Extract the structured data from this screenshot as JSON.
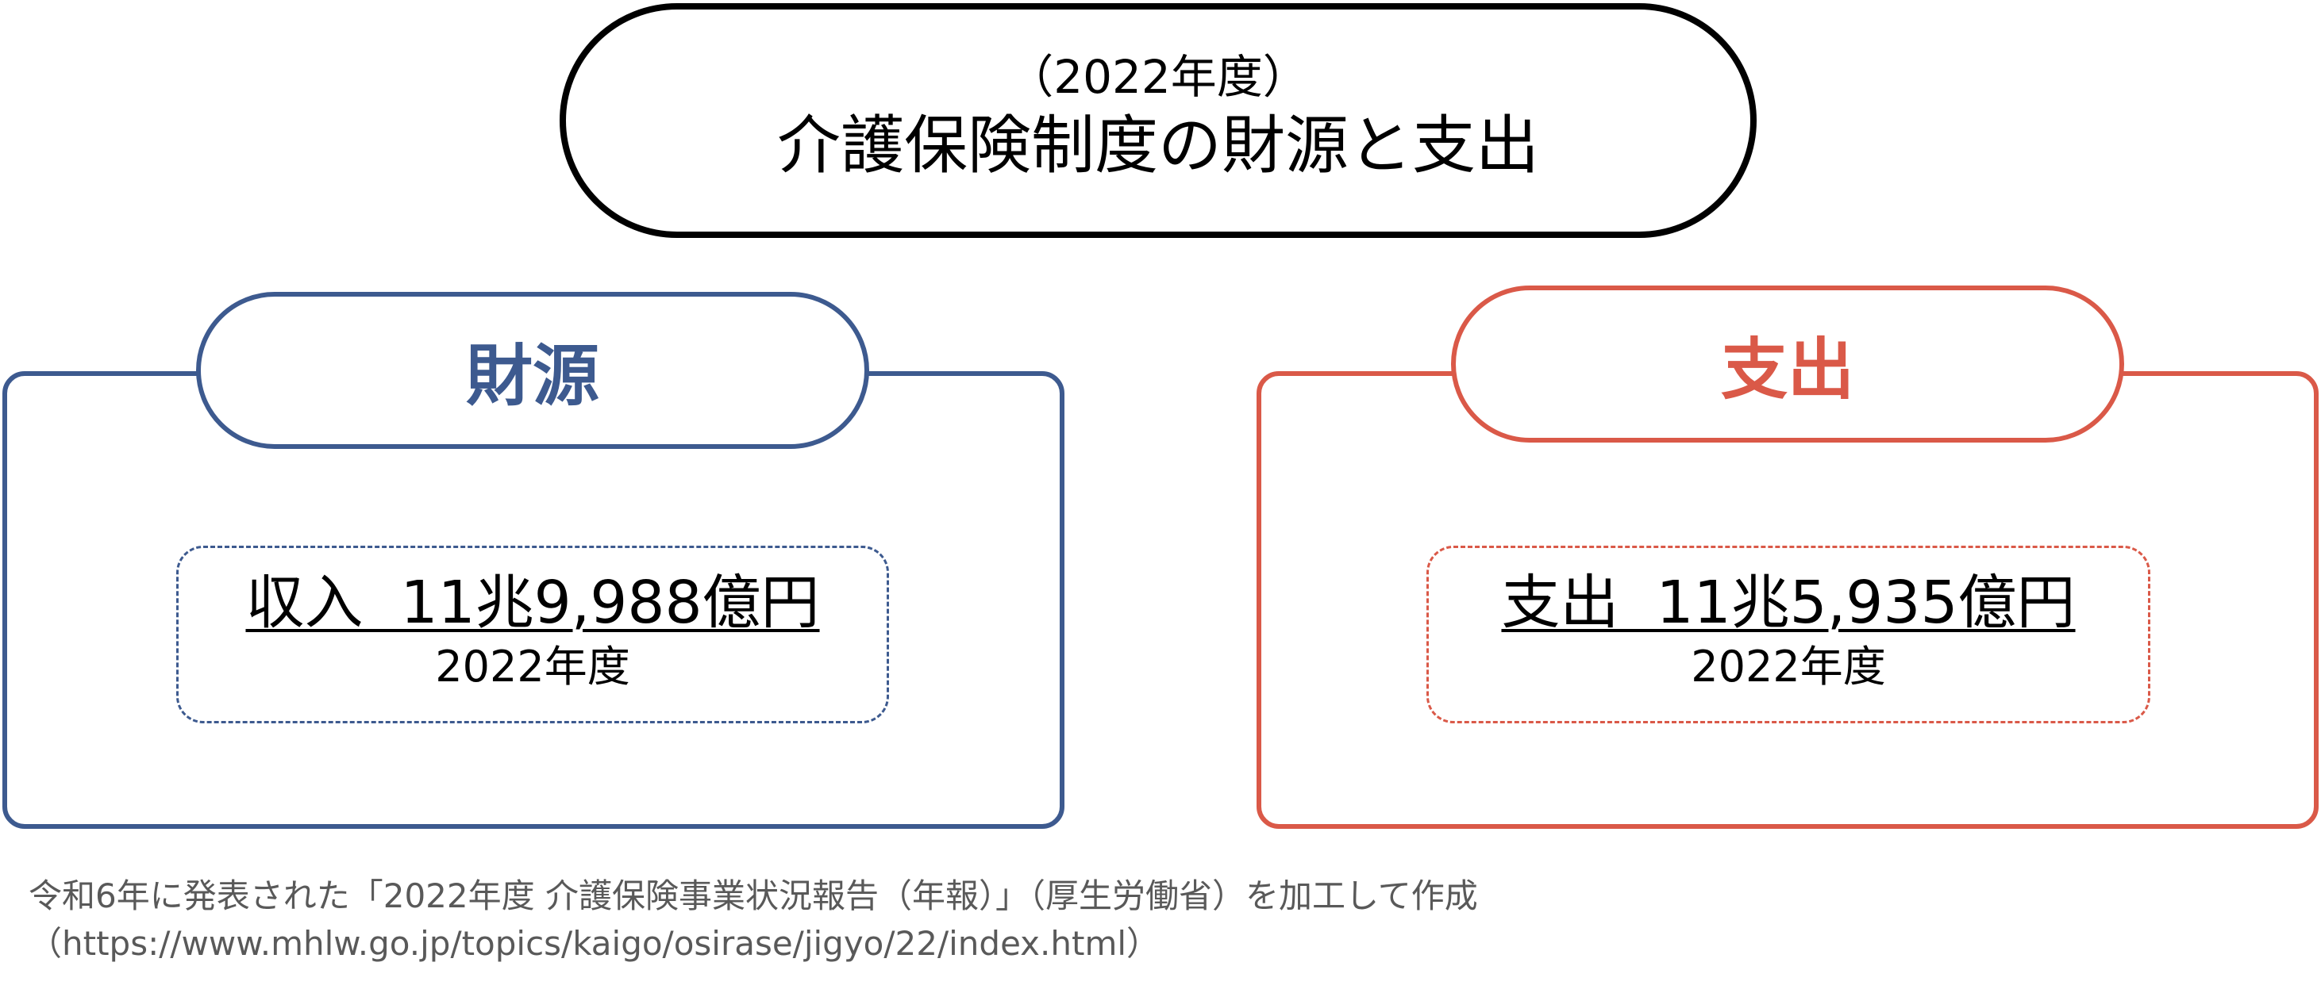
{
  "title": {
    "year": "（2022年度）",
    "main": "介護保険制度の財源と支出"
  },
  "source_section": {
    "header": "財源",
    "value_text": "収入  11兆9,988億円",
    "value_year": "2022年度"
  },
  "expense_section": {
    "header": "支出",
    "value_text": "支出  11兆5,935億円",
    "value_year": "2022年度"
  },
  "footer": {
    "line1": "令和6年に発表された「2022年度 介護保険事業状況報告（年報）」（厚生労働省）を加工して作成",
    "line2": "（https://www.mhlw.go.jp/topics/kaigo/osirase/jigyo/22/index.html）"
  },
  "colors": {
    "source": "#3d5a8f",
    "expense": "#da5948",
    "title_border": "#000000",
    "footer_text": "#595959"
  }
}
